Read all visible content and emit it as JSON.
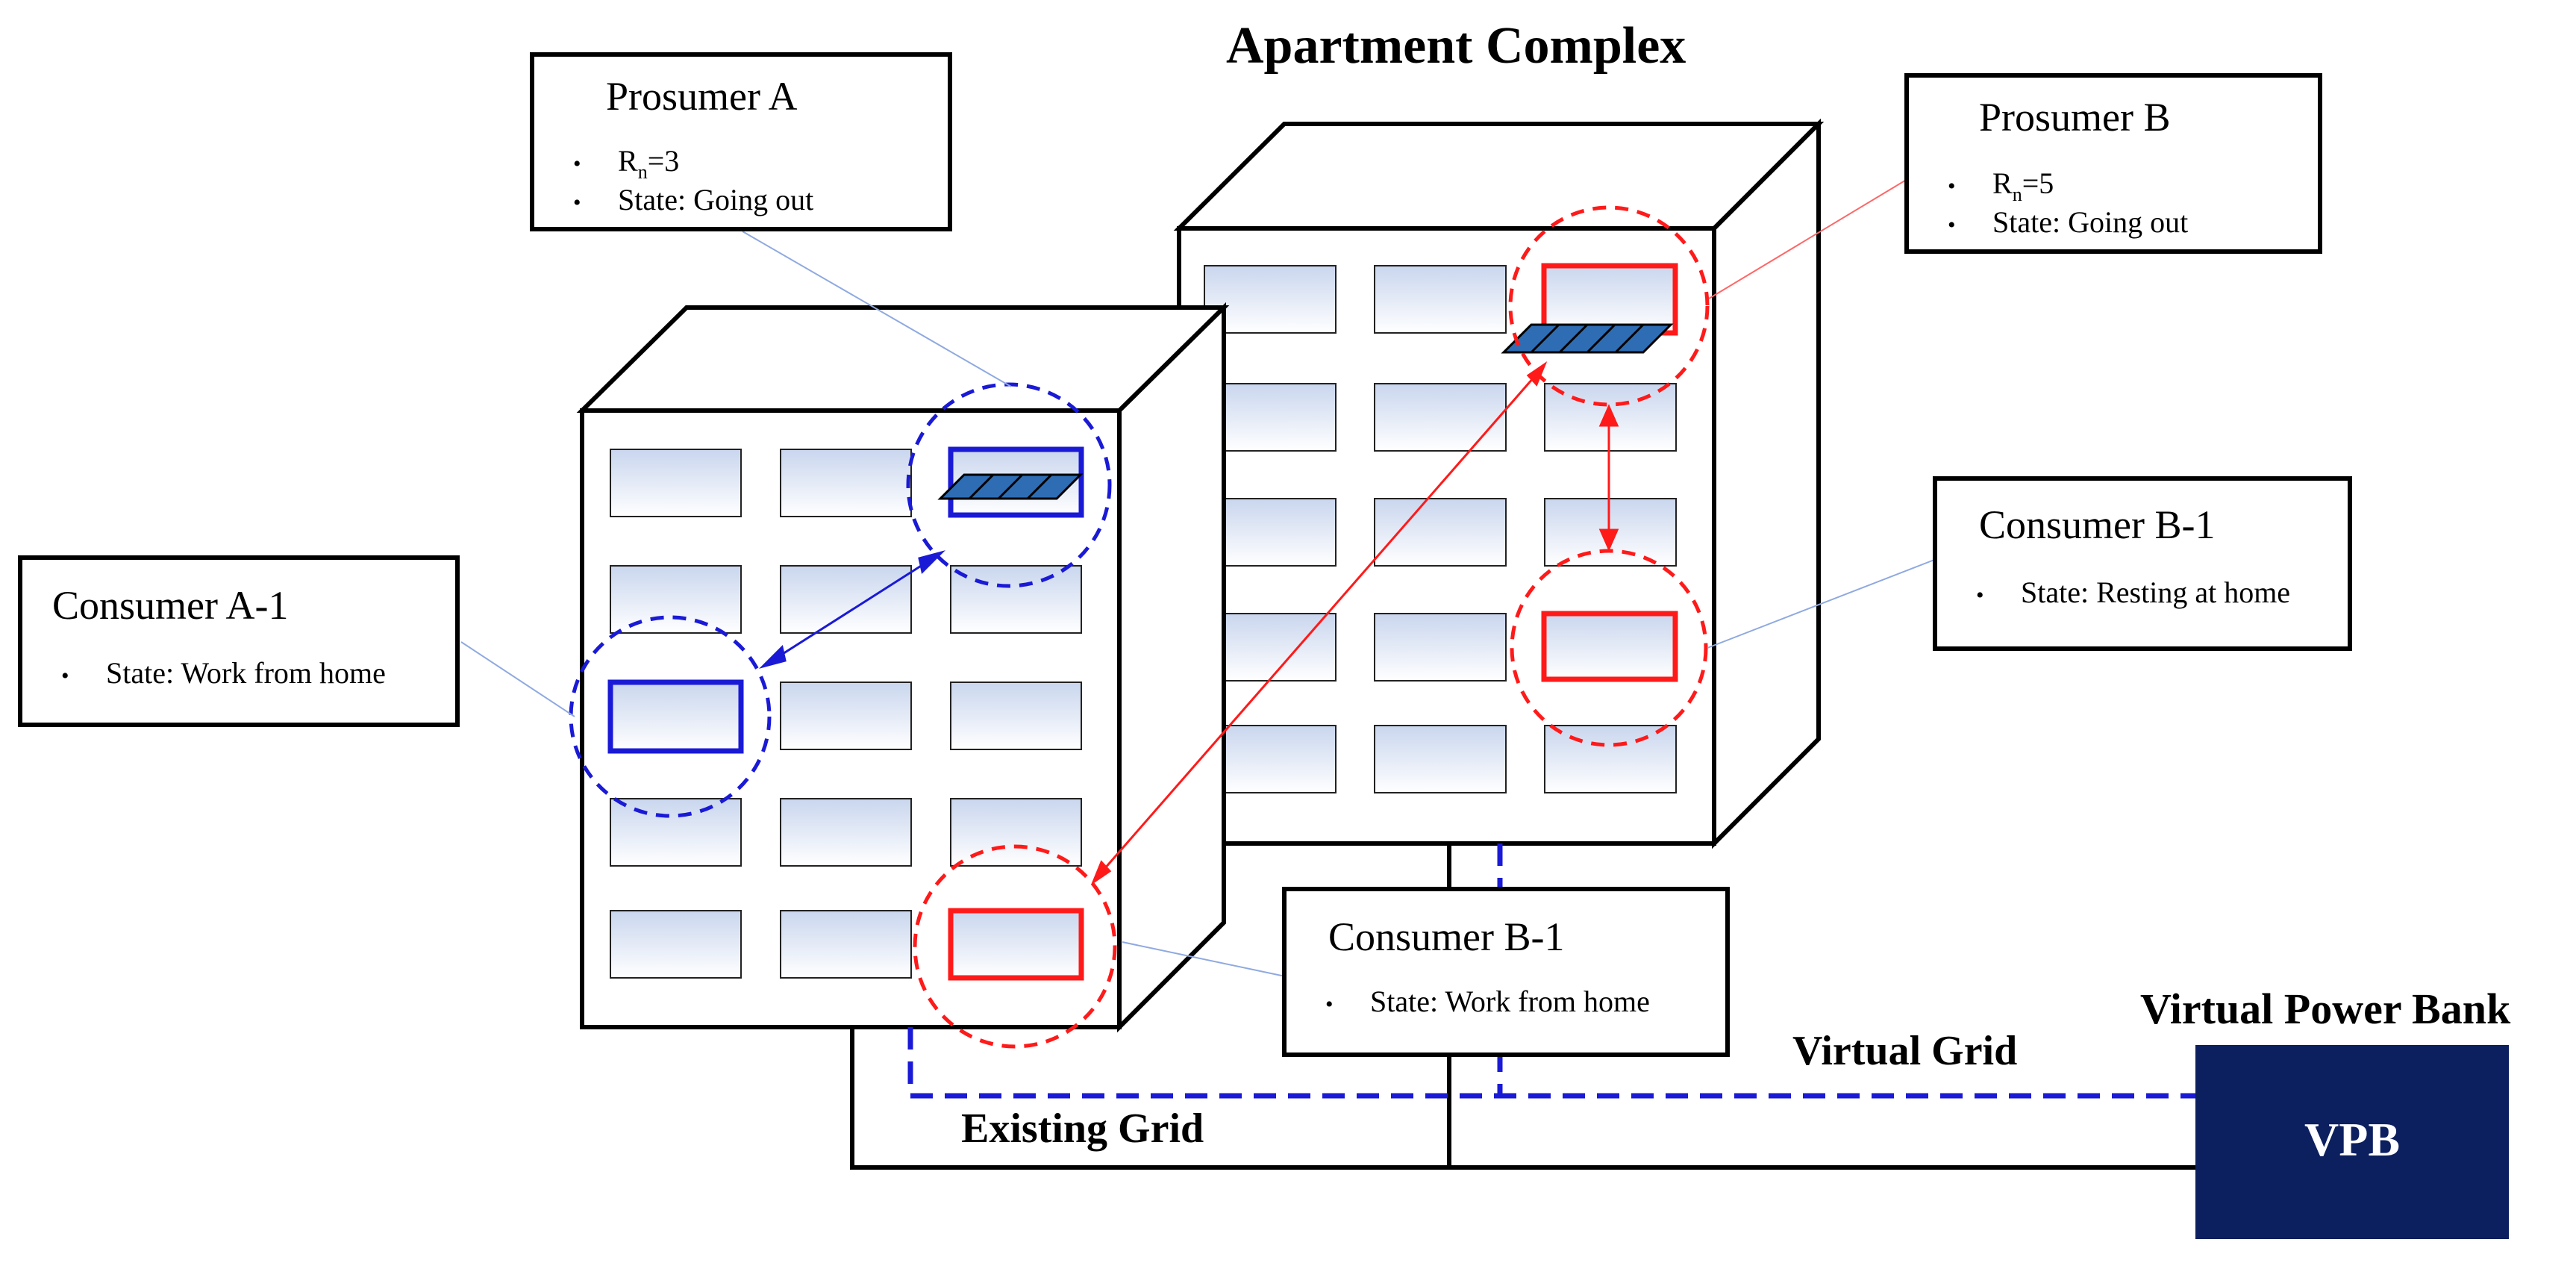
{
  "title": "Apartment Complex",
  "boxes": {
    "prosumer_a": {
      "title": "Prosumer A",
      "rn_sub": "n",
      "rn_value": "=3",
      "state": "State: Going out"
    },
    "prosumer_b": {
      "title": "Prosumer B",
      "rn_sub": "n",
      "rn_value": "=5",
      "state": "State: Going out"
    },
    "consumer_a1": {
      "title": "Consumer A-1",
      "state": "State: Work from home"
    },
    "consumer_b1_right": {
      "title": "Consumer B-1",
      "state": "State: Resting at home"
    },
    "consumer_b1_bottom": {
      "title": "Consumer B-1",
      "state": "State: Work from home"
    }
  },
  "rn_letter": "R",
  "bullet_char": "•",
  "grid_labels": {
    "virtual": "Virtual Grid",
    "existing": "Existing Grid"
  },
  "vpb": {
    "heading": "Virtual Power Bank",
    "label": "VPB",
    "color": "#0c1f5e"
  },
  "colors": {
    "blue": "#1a1ad6",
    "red": "#ff1a1a",
    "solar": "#2e6db4",
    "window_top": "#c9d6ee"
  }
}
